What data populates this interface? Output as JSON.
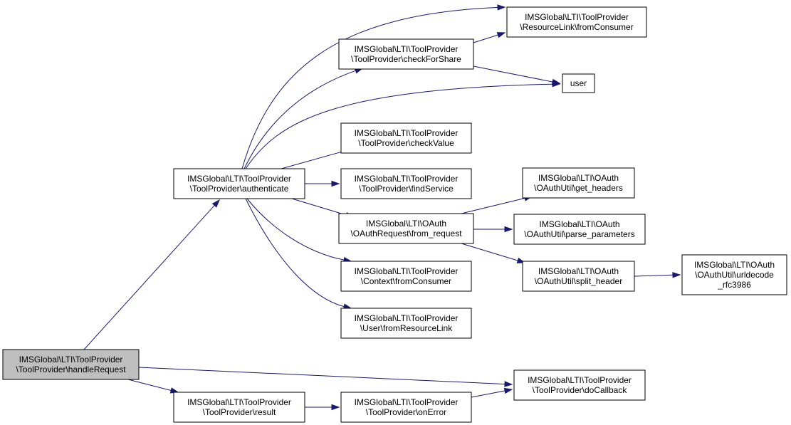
{
  "diagram": {
    "nodes": [
      {
        "id": "handleRequest",
        "lines": [
          "IMSGlobal\\LTI\\ToolProvider",
          "\\ToolProvider\\handleRequest"
        ],
        "root": true
      },
      {
        "id": "authenticate",
        "lines": [
          "IMSGlobal\\LTI\\ToolProvider",
          "\\ToolProvider\\authenticate"
        ]
      },
      {
        "id": "result",
        "lines": [
          "IMSGlobal\\LTI\\ToolProvider",
          "\\ToolProvider\\result"
        ]
      },
      {
        "id": "checkForShare",
        "lines": [
          "IMSGlobal\\LTI\\ToolProvider",
          "\\ToolProvider\\checkForShare"
        ]
      },
      {
        "id": "checkValue",
        "lines": [
          "IMSGlobal\\LTI\\ToolProvider",
          "\\ToolProvider\\checkValue"
        ]
      },
      {
        "id": "findService",
        "lines": [
          "IMSGlobal\\LTI\\ToolProvider",
          "\\ToolProvider\\findService"
        ]
      },
      {
        "id": "fromRequest",
        "lines": [
          "IMSGlobal\\LTI\\OAuth",
          "\\OAuthRequest\\from_request"
        ]
      },
      {
        "id": "contextFromConsumer",
        "lines": [
          "IMSGlobal\\LTI\\ToolProvider",
          "\\Context\\fromConsumer"
        ]
      },
      {
        "id": "userFromResourceLink",
        "lines": [
          "IMSGlobal\\LTI\\ToolProvider",
          "\\User\\fromResourceLink"
        ]
      },
      {
        "id": "onError",
        "lines": [
          "IMSGlobal\\LTI\\ToolProvider",
          "\\ToolProvider\\onError"
        ]
      },
      {
        "id": "resourceLinkFromConsumer",
        "lines": [
          "IMSGlobal\\LTI\\ToolProvider",
          "\\ResourceLink\\fromConsumer"
        ]
      },
      {
        "id": "user",
        "lines": [
          "user"
        ]
      },
      {
        "id": "getHeaders",
        "lines": [
          "IMSGlobal\\LTI\\OAuth",
          "\\OAuthUtil\\get_headers"
        ]
      },
      {
        "id": "parseParameters",
        "lines": [
          "IMSGlobal\\LTI\\OAuth",
          "\\OAuthUtil\\parse_parameters"
        ]
      },
      {
        "id": "splitHeader",
        "lines": [
          "IMSGlobal\\LTI\\OAuth",
          "\\OAuthUtil\\split_header"
        ]
      },
      {
        "id": "doCallback",
        "lines": [
          "IMSGlobal\\LTI\\ToolProvider",
          "\\ToolProvider\\doCallback"
        ]
      },
      {
        "id": "urldecode",
        "lines": [
          "IMSGlobal\\LTI\\OAuth",
          "\\OAuthUtil\\urldecode",
          "_rfc3986"
        ]
      }
    ],
    "edges": [
      {
        "from": "handleRequest",
        "to": "authenticate"
      },
      {
        "from": "handleRequest",
        "to": "doCallback"
      },
      {
        "from": "handleRequest",
        "to": "result"
      },
      {
        "from": "authenticate",
        "to": "resourceLinkFromConsumer"
      },
      {
        "from": "authenticate",
        "to": "checkForShare"
      },
      {
        "from": "authenticate",
        "to": "user"
      },
      {
        "from": "authenticate",
        "to": "checkValue"
      },
      {
        "from": "authenticate",
        "to": "findService"
      },
      {
        "from": "authenticate",
        "to": "fromRequest"
      },
      {
        "from": "authenticate",
        "to": "contextFromConsumer"
      },
      {
        "from": "authenticate",
        "to": "userFromResourceLink"
      },
      {
        "from": "checkForShare",
        "to": "resourceLinkFromConsumer"
      },
      {
        "from": "checkForShare",
        "to": "user"
      },
      {
        "from": "fromRequest",
        "to": "getHeaders"
      },
      {
        "from": "fromRequest",
        "to": "parseParameters"
      },
      {
        "from": "fromRequest",
        "to": "splitHeader"
      },
      {
        "from": "splitHeader",
        "to": "urldecode"
      },
      {
        "from": "result",
        "to": "onError"
      },
      {
        "from": "onError",
        "to": "doCallback"
      }
    ]
  }
}
